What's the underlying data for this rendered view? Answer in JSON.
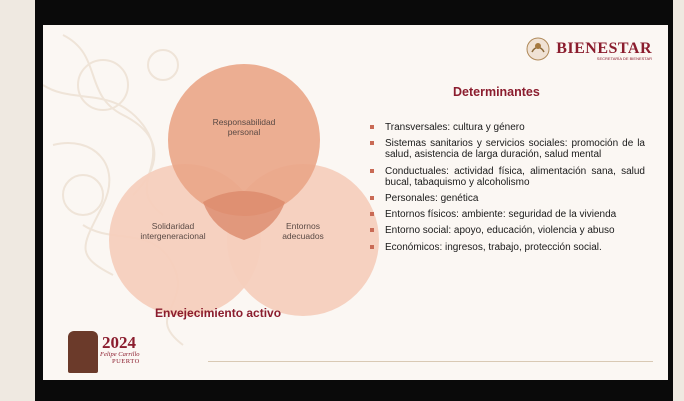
{
  "brand": {
    "name": "BIENESTAR",
    "tagline": "SECRETARÍA DE BIENESTAR"
  },
  "venn": {
    "circles": [
      {
        "label_line1": "Responsabilidad",
        "label_line2": "personal"
      },
      {
        "label_line1": "Solidaridad",
        "label_line2": "intergeneracional"
      },
      {
        "label_line1": "Entornos",
        "label_line2": "adecuados"
      }
    ],
    "title": "Envejecimiento activo",
    "colors": {
      "top": "#eaa587",
      "bottom": "#f6cfbd",
      "center": "#dc8a6c"
    }
  },
  "determinants": {
    "title": "Determinantes",
    "items": [
      "Transversales: cultura y género",
      "Sistemas sanitarios y servicios sociales: promoción de la salud, asistencia de larga duración, salud mental",
      "Conductuales: actividad física, alimentación sana, salud bucal, tabaquismo y alcoholismo",
      "Personales: genética",
      "Entornos físicos: ambiente: seguridad de la vivienda",
      "Entorno social: apoyo, educación, violencia y abuso",
      "Económicos: ingresos, trabajo, protección social."
    ]
  },
  "logo": {
    "year": "2024",
    "name": "Felipe Carrillo",
    "surname": "PUERTO"
  },
  "colors": {
    "accent": "#8b1d2e",
    "bullet": "#c96a55"
  }
}
